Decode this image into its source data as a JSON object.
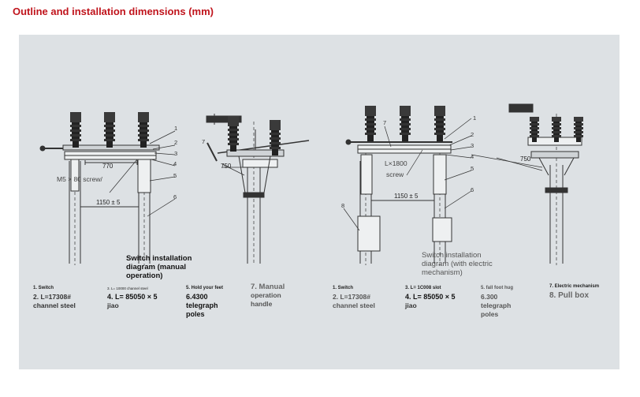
{
  "heading": "Outline and installation dimensions (mm)",
  "diagram_left": {
    "dims": {
      "d770": "770",
      "d1150": "1150 ± 5",
      "d750": "750"
    },
    "overlay_screw": "M5 ×  80 screw/",
    "part_numbers": [
      "1",
      "2",
      "3",
      "4",
      "5",
      "6"
    ],
    "handle_number": "7",
    "caption": "Switch installation diagram (manual operation)",
    "legend": {
      "l1": "1. Switch",
      "l2a": "2. L=17308#",
      "l2b": "channel steel",
      "l3": "3. L= 10000 channel steel",
      "l4a": "4. L= 85050 × 5",
      "l4b": "jiao",
      "l5a": "5. Hold your feet",
      "l5b": "6.4300",
      "l5c": "telegraph",
      "l5d": "poles",
      "l7a": "7. Manual",
      "l7b": "operation",
      "l7c": "handle"
    }
  },
  "diagram_right": {
    "dims": {
      "d1150": "1150 ± 5",
      "d750": "750",
      "d1800": "L×1800"
    },
    "overlay_screw": "screw",
    "part_numbers": [
      "1",
      "2",
      "3",
      "4",
      "5",
      "6",
      "7",
      "8"
    ],
    "caption": "Switch installation diagram (with electric mechanism)",
    "legend": {
      "l1": "1. Switch",
      "l2a": "2. L=17308#",
      "l2b": "channel steel",
      "l3": "3. L= 1C008 slot",
      "l4a": "4. L= 85050 × 5",
      "l4b": "jiao",
      "l5a": "5. fall foot hug",
      "l5b": "6.300",
      "l5c": "telegraph",
      "l5d": "poles",
      "l7": "7. Electric mechanism",
      "l8": "8. Pull box"
    }
  }
}
